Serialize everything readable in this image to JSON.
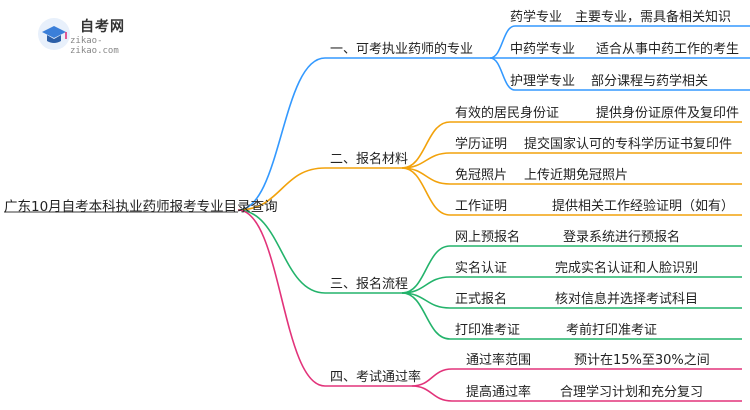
{
  "logo": {
    "name": "自考网",
    "url": "zikao-zikao.com"
  },
  "root": "广东10月自考本科执业药师报考专业目录查询",
  "colors": {
    "branch1": "#3399ff",
    "branch2": "#f2a20b",
    "branch3": "#23b36b",
    "branch4": "#e2337a",
    "logo": "#3b7fd9"
  },
  "branches": [
    {
      "label": "一、可考执业药师的专业",
      "children": [
        {
          "label": "药学专业",
          "detail": "主要专业，需具备相关知识"
        },
        {
          "label": "中药学专业",
          "detail": "适合从事中药工作的考生"
        },
        {
          "label": "护理学专业",
          "detail": "部分课程与药学相关"
        }
      ]
    },
    {
      "label": "二、报名材料",
      "children": [
        {
          "label": "有效的居民身份证",
          "detail": "提供身份证原件及复印件"
        },
        {
          "label": "学历证明",
          "detail": "提交国家认可的专科学历证书复印件"
        },
        {
          "label": "免冠照片",
          "detail": "上传近期免冠照片"
        },
        {
          "label": "工作证明",
          "detail": "提供相关工作经验证明（如有）"
        }
      ]
    },
    {
      "label": "三、报名流程",
      "children": [
        {
          "label": "网上预报名",
          "detail": "登录系统进行预报名"
        },
        {
          "label": "实名认证",
          "detail": "完成实名认证和人脸识别"
        },
        {
          "label": "正式报名",
          "detail": "核对信息并选择考试科目"
        },
        {
          "label": "打印准考证",
          "detail": "考前打印准考证"
        }
      ]
    },
    {
      "label": "四、考试通过率",
      "children": [
        {
          "label": "通过率范围",
          "detail": "预计在15%至30%之间"
        },
        {
          "label": "提高通过率",
          "detail": "合理学习计划和充分复习"
        }
      ]
    }
  ]
}
